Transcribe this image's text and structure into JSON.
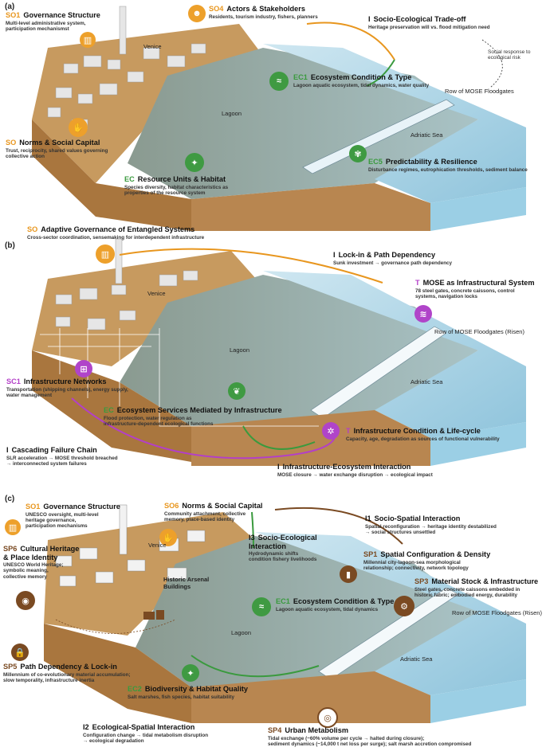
{
  "panel_a": {
    "label": "(a)",
    "places": {
      "venice": "Venice",
      "lagoon": "Lagoon",
      "sea": "Adriatic Sea",
      "floodgates": "Row of MOSE Floodgates"
    },
    "social_note": "Social response to\necological risk",
    "so1": {
      "code": "SO1",
      "title": "Governance Structure",
      "desc": "Multi-level administrative system,\nparticipation mechanismst"
    },
    "so4": {
      "code": "SO4",
      "title": "Actors & Stakeholders",
      "desc": "Residents, tourism industry, fishers, planners"
    },
    "i": {
      "code": "I",
      "title": "Socio-Ecological Trade-off",
      "desc": "Heritage preservation will vs. flood mitigation need"
    },
    "ec1": {
      "code": "EC1",
      "title": "Ecosystem Condition & Type",
      "desc": "Lagoon aquatic ecosystem, tidal dynamics, water quality"
    },
    "so": {
      "code": "SO",
      "title": "Norms & Social Capital",
      "desc": "Trust, reciprocity, shared values governing\ncollective action"
    },
    "ec": {
      "code": "EC",
      "title": "Resource Units & Habitat",
      "desc": "Species diversity, habitat characteristics as\nproperties of the resource system"
    },
    "ec5": {
      "code": "EC5",
      "title": "Predictability & Resilience",
      "desc": "Disturbance regimes, eutrophication thresholds, sediment balance"
    }
  },
  "panel_b": {
    "label": "(b)",
    "places": {
      "venice": "Venice",
      "lagoon": "Lagoon",
      "sea": "Adriatic Sea",
      "floodgates": "Row of MOSE Floodgates (Risen)"
    },
    "so": {
      "code": "SO",
      "title": "Adaptive Governance of Entangled Systems",
      "desc": "Cross-sector coordination, sensemaking for interdependent infrastructure"
    },
    "i1": {
      "code": "I",
      "title": "Lock-in & Path Dependency",
      "desc": "Sunk investment → governance path dependency"
    },
    "t1": {
      "code": "T",
      "title": "MOSE as Infrastructural System",
      "desc": "78 steel gates, concrete caissons, control\nsystems, navigation locks"
    },
    "sc1": {
      "code": "SC1",
      "title": "Infrastructure Networks",
      "desc": "Transportation (shipping channels), energy supply,\nwater management"
    },
    "ec": {
      "code": "EC",
      "title": "Ecosystem Services Mediated by Infrastructure",
      "desc": "Flood protection, water regulation as\ninfrastructure-dependent ecological functions"
    },
    "t2": {
      "code": "T",
      "title": "Infrastructure Condition & Life-cycle",
      "desc": "Capacity, age, degradation as sources of functional vulnerability"
    },
    "i2": {
      "code": "I",
      "title": "Cascading Failure Chain",
      "desc": "SLR acceleration → MOSE threshold breached\n→ interconnected system failures"
    },
    "i3": {
      "code": "I",
      "title": "Infrastructure-Ecosystem Interaction",
      "desc": "MOSE closure → water exchange disruption → ecological impact"
    }
  },
  "panel_c": {
    "label": "(c)",
    "places": {
      "venice": "Venice",
      "lagoon": "Lagoon",
      "sea": "Adriatic Sea",
      "floodgates": "Row of MOSE Floodgates (Risen)",
      "arsenal": "Historic Arsenal\nBuildings"
    },
    "so1": {
      "code": "SO1",
      "title": "Governance Structure",
      "desc": "UNESCO oversight, multi-level\nheritage governance,\nparticipation mechanisms"
    },
    "so6": {
      "code": "SO6",
      "title": "Norms & Social Capital",
      "desc": "Community attachment, collective\nmemory, place-based identity"
    },
    "i1": {
      "code": "I1",
      "title": "Socio-Spatial Interaction",
      "desc": "Spatial reconfiguration → heritage identity destabilized\n→ social structures unsettled"
    },
    "sp6": {
      "code": "SP6",
      "title": "Cultural Heritage\n& Place Identity",
      "desc": "UNESCO World Heritage;\nsymbolic meaning,\ncollective memory"
    },
    "i3": {
      "code": "I3",
      "title": "Socio-Ecological\nInteraction",
      "desc": "Hydrodynamic shifts\ncondition fishery livelihoods"
    },
    "sp1": {
      "code": "SP1",
      "title": "Spatial Configuration & Density",
      "desc": "Millennial city-lagoon-sea morphological\nrelationship; connectivity, network topology"
    },
    "ec1": {
      "code": "EC1",
      "title": "Ecosystem Condition & Type",
      "desc": "Lagoon aquatic ecosystem, tidal dynamics"
    },
    "sp3": {
      "code": "SP3",
      "title": "Material Stock & Infrastructure",
      "desc": "Steel gates, concrete caissons embedded in\nhistoric fabric; embodied energy, durability"
    },
    "sp5": {
      "code": "SP5",
      "title": "Path Dependency & Lock-in",
      "desc": "Millennium of co-evolutionary material accumulation;\nslow temporality, infrastructure inertia"
    },
    "ec2": {
      "code": "EC2",
      "title": "Biodiversity & Habitat Quality",
      "desc": "Salt marshes, fish species, habitat suitability"
    },
    "i2": {
      "code": "I2",
      "title": "Ecological-Spatial Interaction",
      "desc": "Configuration change → tidal metabolism disruption\n→ ecological degradation"
    },
    "sp4": {
      "code": "SP4",
      "title": "Urban Metabolism",
      "desc": "Tidal exchange (~60% volume per cycle → halted during closure);\nsediment dynamics (~14,000 t net loss per surge); salt marsh accretion compromised"
    }
  },
  "colors": {
    "so": "#e8961e",
    "ec": "#3a9a3e",
    "t": "#b33fc8",
    "sp": "#7a4a22",
    "water": "#a9d3e6",
    "land": "#c79a5f"
  },
  "icons": [
    "bank-icon",
    "people-icon",
    "wave-icon",
    "handshake-icon",
    "turtle-icon",
    "leaf-icon",
    "network-icon",
    "gear-icon",
    "lock-icon",
    "buildings-icon",
    "target-icon"
  ]
}
